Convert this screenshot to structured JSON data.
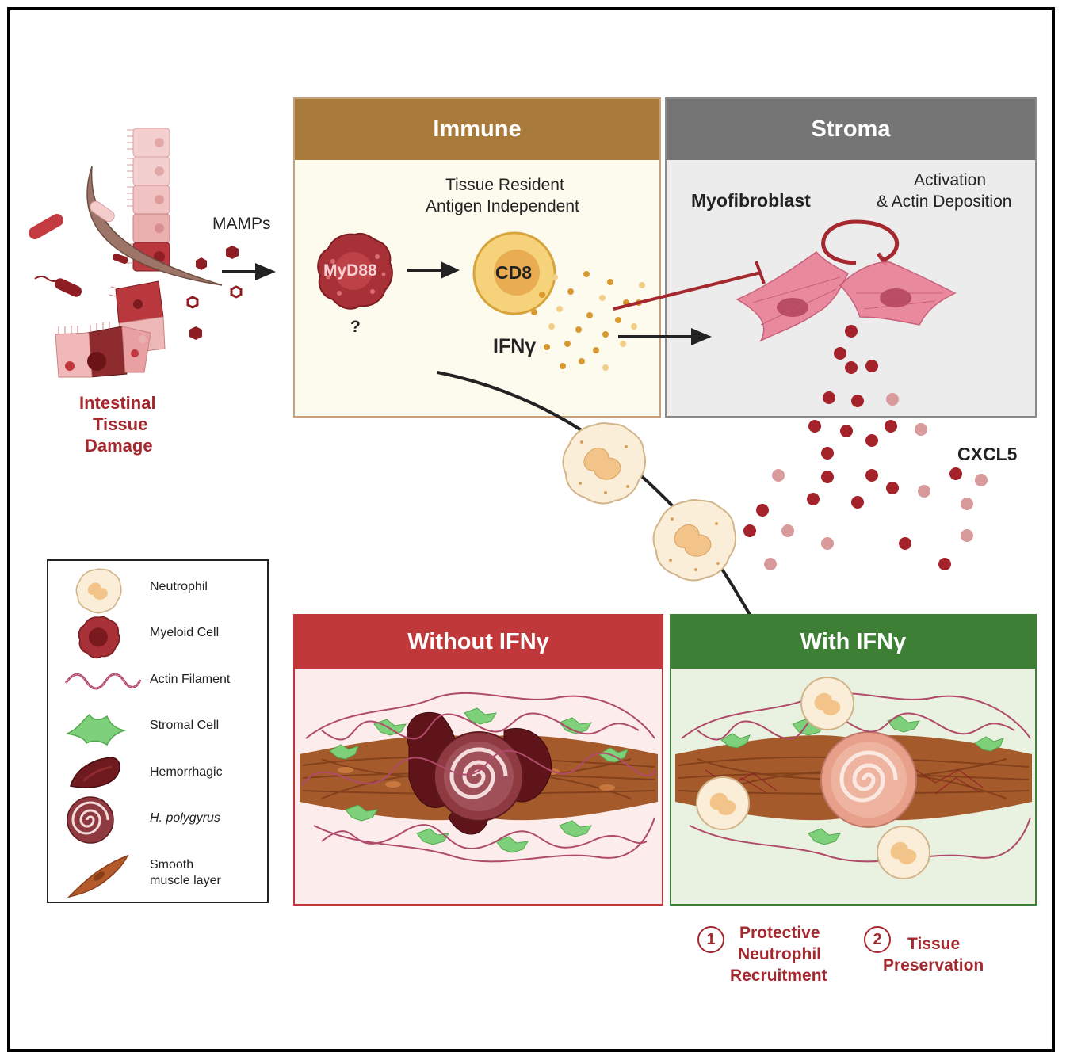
{
  "intestine": {
    "line1": "Intestinal",
    "line2": "Tissue",
    "line3": "Damage"
  },
  "mamps_label": "MAMPs",
  "immune": {
    "header": "Immune",
    "subtitle_line1": "Tissue Resident",
    "subtitle_line2": "Antigen Independent",
    "myd88_label": "MyD88",
    "question_mark": "?",
    "cd8_label": "CD8",
    "ifng_label": "IFNγ"
  },
  "stroma": {
    "header": "Stroma",
    "myofibroblast_label": "Myofibroblast",
    "activation_line1": "Activation",
    "activation_line2": "& Actin Deposition"
  },
  "cxcl5_label": "CXCL5",
  "legend": {
    "items": [
      {
        "icon": "neutrophil-icon",
        "label": "Neutrophil"
      },
      {
        "icon": "myeloid-cell-icon",
        "label": "Myeloid Cell"
      },
      {
        "icon": "actin-filament-icon",
        "label": "Actin Filament"
      },
      {
        "icon": "stromal-cell-icon",
        "label": "Stromal Cell"
      },
      {
        "icon": "hemorrhagic-icon",
        "label": "Hemorrhagic"
      },
      {
        "icon": "h-polygyrus-icon",
        "label": "H. polygyrus"
      },
      {
        "icon": "smooth-muscle-icon",
        "label_line1": "Smooth",
        "label_line2": "muscle layer"
      }
    ]
  },
  "without_panel": {
    "header": "Without IFNγ"
  },
  "with_panel": {
    "header": "With IFNγ"
  },
  "outcomes": {
    "one": {
      "number": "1",
      "line1": "Protective",
      "line2": "Neutrophil",
      "line3": "Recruitment"
    },
    "two": {
      "number": "2",
      "line1": "Tissue",
      "line2": "Preservation"
    }
  },
  "colors": {
    "immune_header": "#a87a3c",
    "immune_bg": "#fdfaee",
    "stroma_header": "#767576",
    "stroma_bg": "#ececec",
    "without_header": "#c0383a",
    "without_bg": "#fcecec",
    "with_header": "#3d7f35",
    "with_bg": "#e9f1e1",
    "dark_red": "#a4282e"
  }
}
